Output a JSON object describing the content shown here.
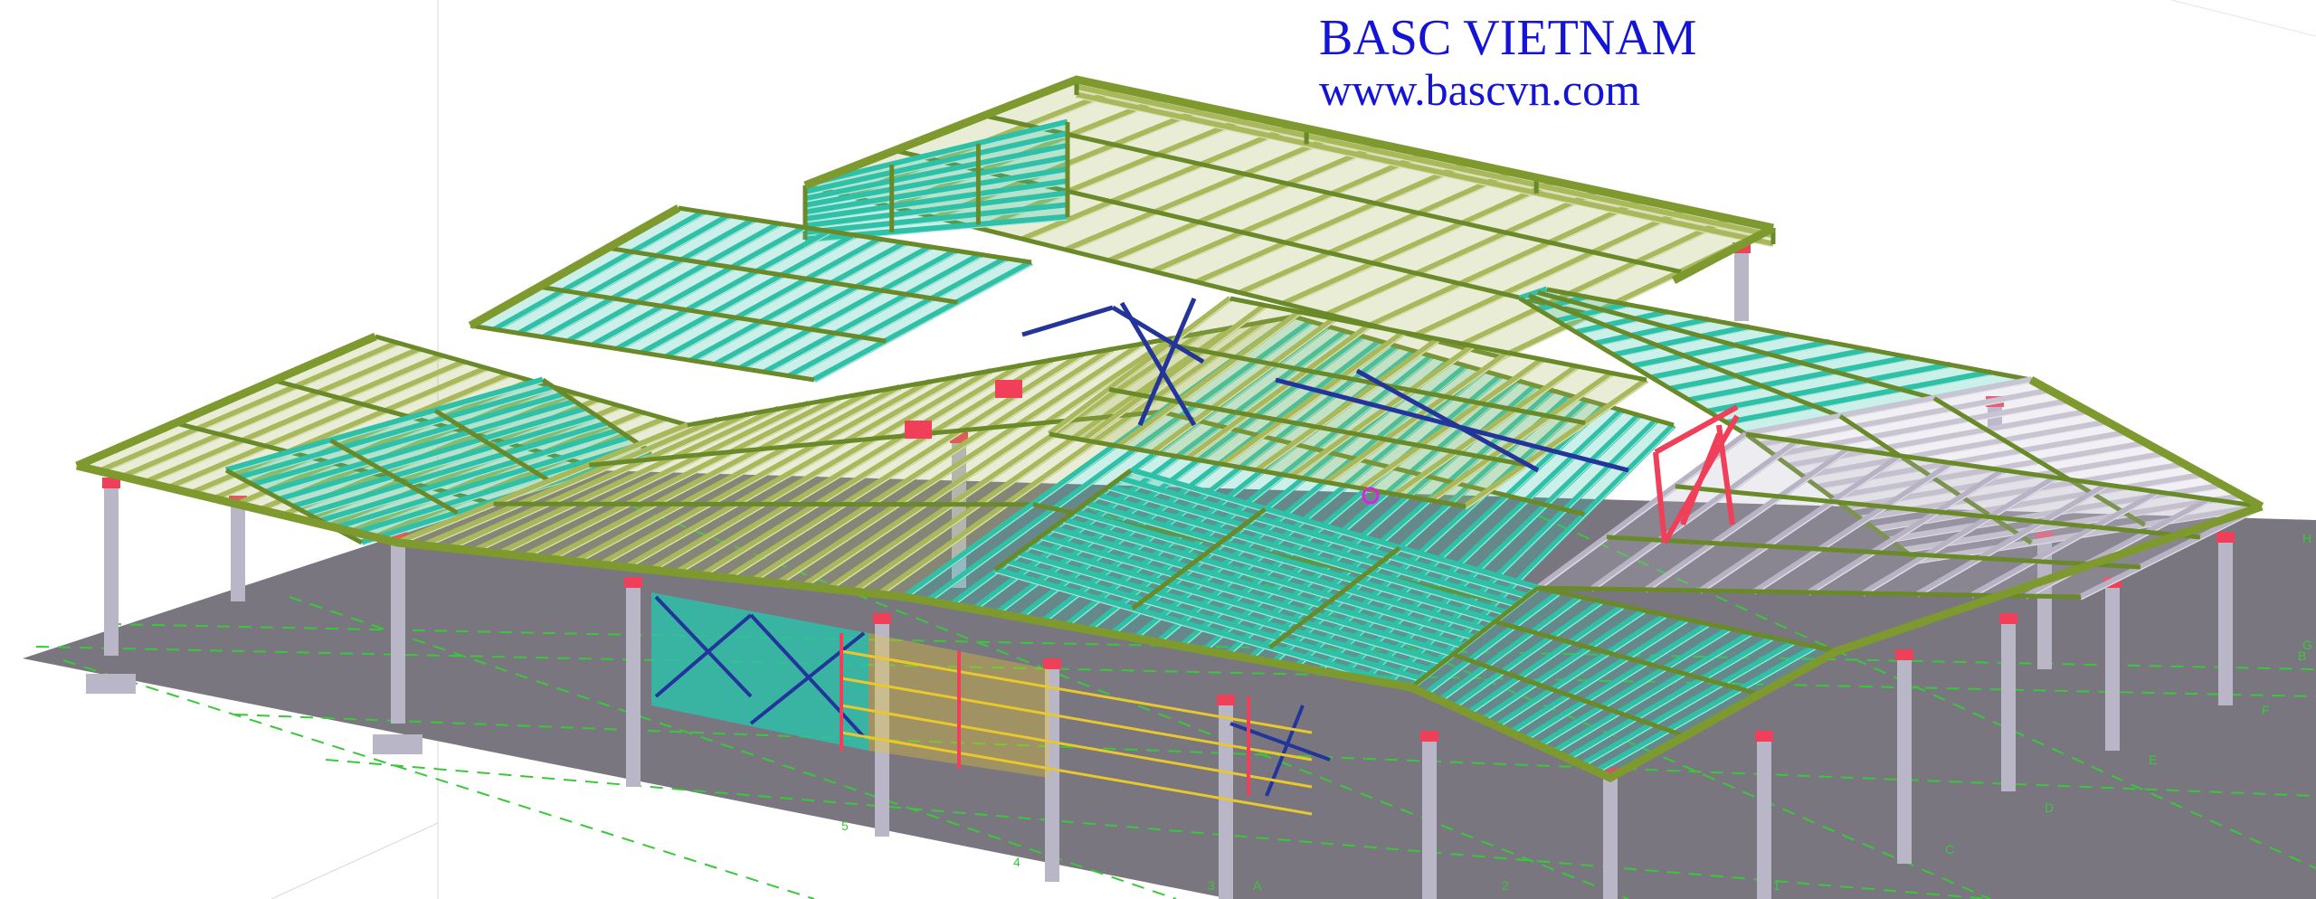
{
  "watermark": {
    "company": "BASC VIETNAM",
    "website": "www.bascvn.com"
  },
  "scene": {
    "description_tag": "3d-steel-roof-structure-render",
    "colors": {
      "background": "#ffffff",
      "ground": "#7a7680",
      "grid": "#39c83a",
      "purlin_green": "#a8b85a",
      "purlin_teal": "#2fc0a8",
      "rafter_dark": "#6a8a2a",
      "column": "#b9b6c8",
      "brace_blue": "#23349a",
      "brace_red": "#ef3f59",
      "rail_yellow": "#e8c82c"
    },
    "grid_labels": [
      "A",
      "B",
      "C",
      "D",
      "E",
      "F",
      "G",
      "H",
      "1",
      "2",
      "3",
      "4",
      "5"
    ]
  }
}
